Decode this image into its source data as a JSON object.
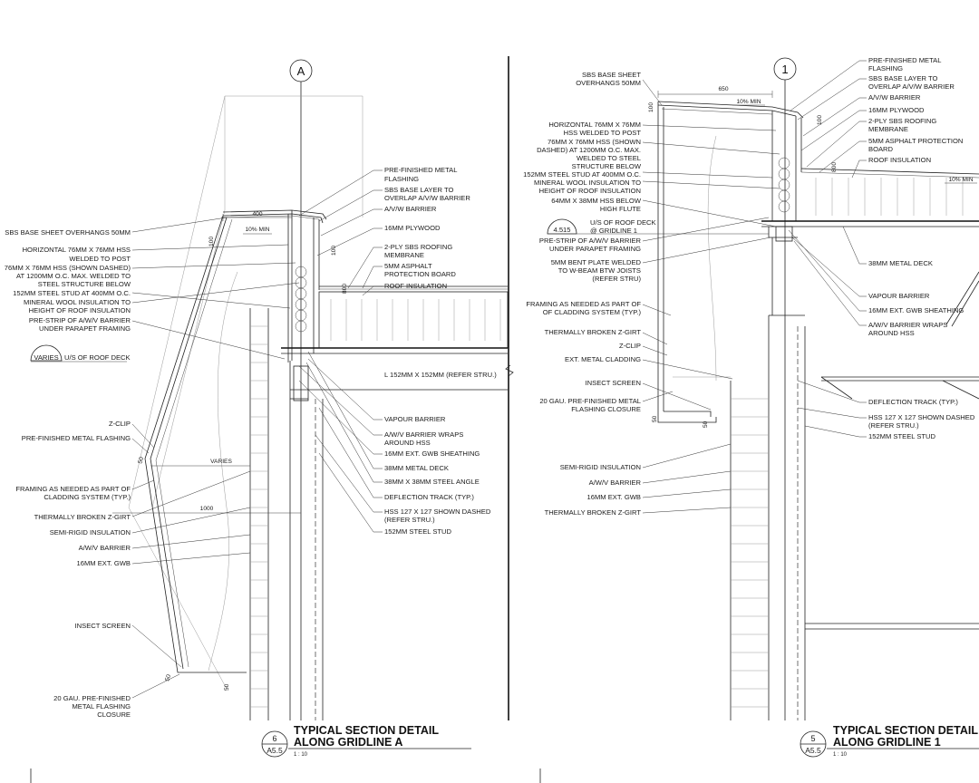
{
  "left_detail": {
    "grid_bubble": "A",
    "title_line1": "TYPICAL SECTION DETAIL",
    "title_line2": "ALONG GRIDLINE A",
    "detail_number": "6",
    "sheet_ref": "A5.5",
    "scale": "1 : 10",
    "dims": {
      "width": "400",
      "varies": "VARIES",
      "width_1000": "1000",
      "d100a": "100",
      "d100b": "100",
      "d800": "800",
      "d50a": "50",
      "d50b": "50",
      "d50c": "50"
    },
    "slope": "10% MIN",
    "left_labels": [
      "SBS BASE SHEET OVERHANGS 50MM",
      "HORIZONTAL 76MM X 76MM HSS",
      "WELDED TO POST",
      "76MM X 76MM HSS (SHOWN DASHED)",
      "AT 1200MM O.C. MAX. WELDED TO",
      "STEEL STRUCTURE BELOW",
      "152MM STEEL STUD AT 400MM O.C.",
      "MINERAL WOOL INSULATION TO",
      "HEIGHT OF ROOF INSULATION",
      "PRE-STRIP OF A/W/V BARRIER",
      "UNDER PARAPET FRAMING",
      "Z-CLIP",
      "PRE-FINISHED METAL FLASHING",
      "FRAMING AS NEEDED AS PART OF",
      "CLADDING SYSTEM (TYP.)",
      "THERMALLY BROKEN Z-GIRT",
      "SEMI-RIGID INSULATION",
      "A/W/V BARRIER",
      "16MM EXT. GWB",
      "INSECT SCREEN",
      "20 GAU. PRE-FINISHED",
      "METAL FLASHING",
      "CLOSURE"
    ],
    "roof_deck_tag": "VARIES",
    "roof_deck_text": "U/S OF ROOF DECK",
    "right_labels": [
      "PRE-FINISHED METAL",
      "FLASHING",
      "SBS BASE LAYER TO",
      "OVERLAP A/V/W BARRIER",
      "A/V/W BARRIER",
      "16MM PLYWOOD",
      "2-PLY SBS ROOFING",
      "MEMBRANE",
      "5MM ASPHALT",
      "PROTECTION BOARD",
      "ROOF INSULATION",
      "L 152MM X 152MM (REFER STRU.)",
      "VAPOUR BARRIER",
      "A/W/V BARRIER WRAPS",
      "AROUND HSS",
      "16MM EXT. GWB SHEATHING",
      "38MM METAL DECK",
      "38MM X 38MM STEEL ANGLE",
      "DEFLECTION TRACK (TYP.)",
      "HSS 127 X 127 SHOWN DASHED",
      "(REFER STRU.)",
      "152MM STEEL STUD"
    ]
  },
  "right_detail": {
    "grid_bubble": "1",
    "title_line1": "TYPICAL SECTION DETAIL",
    "title_line2": "ALONG GRIDLINE 1",
    "detail_number": "5",
    "sheet_ref": "A5.5",
    "scale": "1 : 10",
    "dims": {
      "width": "650",
      "d100a": "100",
      "d100b": "100",
      "d800": "800",
      "d50a": "50",
      "d50b": "50"
    },
    "slope_a": "10% MIN",
    "slope_b": "10% MIN",
    "deck_elev": "4.515",
    "deck_text_1": "U/S OF ROOF DECK",
    "deck_text_2": "@ GRIDLINE 1",
    "left_labels": [
      "SBS BASE SHEET",
      "OVERHANGS 50MM",
      "HORIZONTAL 76MM X 76MM",
      "HSS WELDED TO POST",
      "76MM X 76MM HSS (SHOWN",
      "DASHED) AT 1200MM O.C. MAX.",
      "WELDED TO STEEL",
      "STRUCTURE BELOW",
      "152MM STEEL STUD AT 400MM O.C.",
      "MINERAL WOOL INSULATION TO",
      "HEIGHT OF ROOF INSULATION",
      "64MM X 38MM HSS BELOW",
      "HIGH FLUTE",
      "PRE-STRIP OF A/W/V BARRIER",
      "UNDER PARAPET FRAMING",
      "5MM BENT PLATE WELDED",
      "TO W-BEAM BTW JOISTS",
      "(REFER STRU)",
      "FRAMING AS NEEDED AS PART OF",
      "OF CLADDING SYSTEM (TYP.)",
      "THERMALLY BROKEN Z-GIRT",
      "Z-CLIP",
      "EXT. METAL CLADDING",
      "INSECT SCREEN",
      "20 GAU. PRE-FINISHED METAL",
      "FLASHING CLOSURE",
      "SEMI-RIGID INSULATION",
      "A/W/V BARRIER",
      "16MM EXT. GWB",
      "THERMALLY BROKEN Z-GIRT"
    ],
    "right_labels": [
      "PRE-FINISHED METAL",
      "FLASHING",
      "SBS BASE LAYER TO",
      "OVERLAP A/V/W BARRIER",
      "A/V/W BARRIER",
      "16MM PLYWOOD",
      "2-PLY SBS ROOFING",
      "MEMBRANE",
      "5MM ASPHALT PROTECTION",
      "BOARD",
      "ROOF INSULATION",
      "38MM METAL DECK",
      "VAPOUR BARRIER",
      "16MM EXT. GWB SHEATHING",
      "A/W/V BARRIER WRAPS",
      "AROUND HSS",
      "DEFLECTION TRACK (TYP.)",
      "HSS 127 X 127 SHOWN DASHED",
      "(REFER STRU.)",
      "152MM STEEL STUD"
    ]
  }
}
